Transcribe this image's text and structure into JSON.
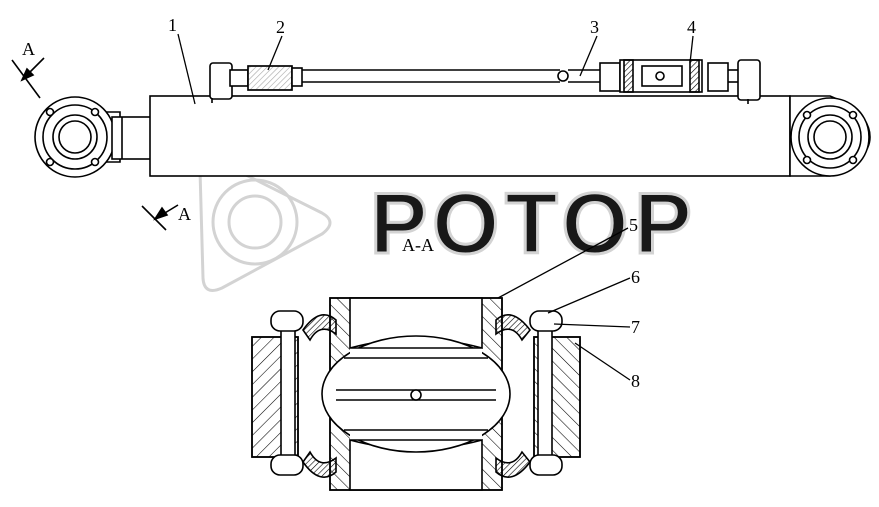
{
  "callouts": [
    "1",
    "2",
    "3",
    "4",
    "5",
    "6",
    "7",
    "8"
  ],
  "section": {
    "marker_top": "A",
    "marker_bottom": "A",
    "title": "A-A"
  },
  "watermark": {
    "text": "РОТОР",
    "color": "#d6d6d6"
  },
  "colors": {
    "line": "#000000",
    "background": "#ffffff"
  }
}
